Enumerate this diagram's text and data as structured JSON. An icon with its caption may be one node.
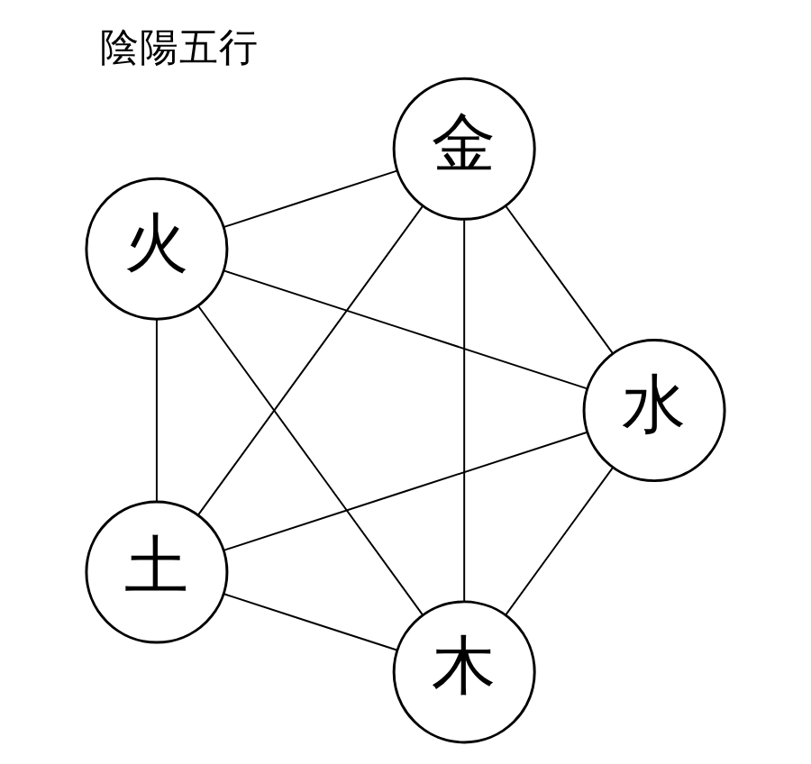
{
  "diagram": {
    "title": "陰陽五行",
    "nodes": [
      {
        "text": [
          "木"
        ]
      },
      {
        "text": [
          "水"
        ]
      },
      {
        "text": [
          "火"
        ]
      },
      {
        "text": [
          "金"
        ]
      },
      {
        "text": [
          "土"
        ]
      }
    ],
    "edges": [
      {
        "from": 0,
        "to": 2,
        "arrow": "none"
      },
      {
        "from": 2,
        "to": 4,
        "arrow": "none"
      },
      {
        "from": 4,
        "to": 3,
        "arrow": "none"
      },
      {
        "from": 3,
        "to": 1,
        "arrow": "none"
      },
      {
        "from": 1,
        "to": 0,
        "arrow": "none"
      },
      {
        "from": 0,
        "to": 3,
        "arrow": "none"
      },
      {
        "from": 0,
        "to": 4,
        "arrow": "none"
      },
      {
        "from": 1,
        "to": 2,
        "arrow": "none"
      },
      {
        "from": 1,
        "to": 4,
        "arrow": "none"
      },
      {
        "from": 2,
        "to": 3,
        "arrow": "none"
      }
    ]
  }
}
